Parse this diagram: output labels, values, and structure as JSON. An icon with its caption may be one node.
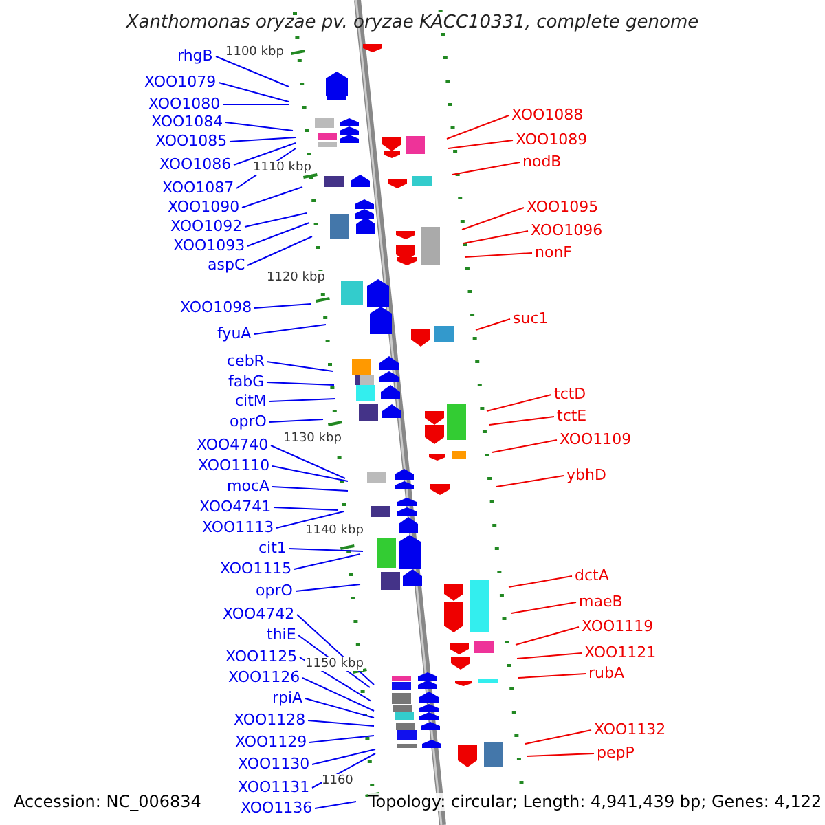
{
  "diagram": {
    "title": "Xanthomonas oryzae pv. oryzae KACC10331, complete genome",
    "nodes": [
      {
        "text": [
          "rhgB"
        ]
      },
      {
        "text": [
          "XOO1079"
        ]
      },
      {
        "text": [
          "XOO1080"
        ]
      },
      {
        "text": [
          "XOO1084"
        ]
      },
      {
        "text": [
          "XOO1085"
        ]
      },
      {
        "text": [
          "XOO1086"
        ]
      },
      {
        "text": [
          "XOO1087"
        ]
      },
      {
        "text": [
          "XOO1090"
        ]
      },
      {
        "text": [
          "XOO1092"
        ]
      },
      {
        "text": [
          "XOO1093"
        ]
      },
      {
        "text": [
          "aspC"
        ]
      },
      {
        "text": [
          "XOO1098"
        ]
      },
      {
        "text": [
          "fyuA"
        ]
      },
      {
        "text": [
          "cebR"
        ]
      },
      {
        "text": [
          "fabG"
        ]
      },
      {
        "text": [
          "citM"
        ]
      },
      {
        "text": [
          "oprO"
        ]
      },
      {
        "text": [
          "XOO4740"
        ]
      },
      {
        "text": [
          "XOO1110"
        ]
      },
      {
        "text": [
          "mocA"
        ]
      },
      {
        "text": [
          "XOO4741"
        ]
      },
      {
        "text": [
          "XOO1113"
        ]
      },
      {
        "text": [
          "cit1"
        ]
      },
      {
        "text": [
          "XOO1115"
        ]
      },
      {
        "text": [
          "oprO"
        ]
      },
      {
        "text": [
          "XOO4742"
        ]
      },
      {
        "text": [
          "thiE"
        ]
      },
      {
        "text": [
          "XOO1125"
        ]
      },
      {
        "text": [
          "XOO1126"
        ]
      },
      {
        "text": [
          "rpiA"
        ]
      },
      {
        "text": [
          "XOO1128"
        ]
      },
      {
        "text": [
          "XOO1129"
        ]
      },
      {
        "text": [
          "XOO1130"
        ]
      },
      {
        "text": [
          "XOO1131"
        ]
      },
      {
        "text": [
          "XOO1136"
        ]
      },
      {
        "text": [
          "XOO1088"
        ]
      },
      {
        "text": [
          "XOO1089"
        ]
      },
      {
        "text": [
          "nodB"
        ]
      },
      {
        "text": [
          "XOO1095"
        ]
      },
      {
        "text": [
          "XOO1096"
        ]
      },
      {
        "text": [
          "nonF"
        ]
      },
      {
        "text": [
          "suc1"
        ]
      },
      {
        "text": [
          "tctD"
        ]
      },
      {
        "text": [
          "tctE"
        ]
      },
      {
        "text": [
          "XOO1109"
        ]
      },
      {
        "text": [
          "ybhD"
        ]
      },
      {
        "text": [
          "dctA"
        ]
      },
      {
        "text": [
          "maeB"
        ]
      },
      {
        "text": [
          "XOO1119"
        ]
      },
      {
        "text": [
          "XOO1121"
        ]
      },
      {
        "text": [
          "rubA"
        ]
      },
      {
        "text": [
          "XOO1132"
        ]
      },
      {
        "text": [
          "pepP"
        ]
      }
    ],
    "edges": [
      {
        "from": 0,
        "to": null,
        "arrow": "none"
      },
      {
        "from": 1,
        "to": null,
        "arrow": "none"
      },
      {
        "from": 2,
        "to": null,
        "arrow": "none"
      },
      {
        "from": 3,
        "to": null,
        "arrow": "none"
      },
      {
        "from": 4,
        "to": null,
        "arrow": "none"
      },
      {
        "from": 5,
        "to": null,
        "arrow": "none"
      },
      {
        "from": 6,
        "to": null,
        "arrow": "none"
      },
      {
        "from": 7,
        "to": null,
        "arrow": "none"
      },
      {
        "from": 8,
        "to": null,
        "arrow": "none"
      },
      {
        "from": 9,
        "to": null,
        "arrow": "none"
      },
      {
        "from": 10,
        "to": null,
        "arrow": "none"
      },
      {
        "from": 11,
        "to": null,
        "arrow": "none"
      },
      {
        "from": 12,
        "to": null,
        "arrow": "none"
      },
      {
        "from": 13,
        "to": null,
        "arrow": "none"
      },
      {
        "from": 14,
        "to": null,
        "arrow": "none"
      },
      {
        "from": 15,
        "to": null,
        "arrow": "none"
      },
      {
        "from": 16,
        "to": null,
        "arrow": "none"
      },
      {
        "from": 17,
        "to": null,
        "arrow": "none"
      },
      {
        "from": 18,
        "to": null,
        "arrow": "none"
      },
      {
        "from": 19,
        "to": null,
        "arrow": "none"
      },
      {
        "from": 20,
        "to": null,
        "arrow": "none"
      },
      {
        "from": 21,
        "to": null,
        "arrow": "none"
      },
      {
        "from": 22,
        "to": null,
        "arrow": "none"
      },
      {
        "from": 23,
        "to": null,
        "arrow": "none"
      },
      {
        "from": 24,
        "to": null,
        "arrow": "none"
      },
      {
        "from": 25,
        "to": null,
        "arrow": "none"
      },
      {
        "from": 26,
        "to": null,
        "arrow": "none"
      },
      {
        "from": 27,
        "to": null,
        "arrow": "none"
      },
      {
        "from": 28,
        "to": null,
        "arrow": "none"
      },
      {
        "from": 29,
        "to": null,
        "arrow": "none"
      },
      {
        "from": 30,
        "to": null,
        "arrow": "none"
      },
      {
        "from": 31,
        "to": null,
        "arrow": "none"
      },
      {
        "from": 32,
        "to": null,
        "arrow": "none"
      },
      {
        "from": 33,
        "to": null,
        "arrow": "none"
      },
      {
        "from": 34,
        "to": null,
        "arrow": "none"
      },
      {
        "from": 35,
        "to": null,
        "arrow": "none",
        "color": "#ee0000"
      },
      {
        "from": 36,
        "to": null,
        "arrow": "none",
        "color": "#ee0000"
      },
      {
        "from": 37,
        "to": null,
        "arrow": "none",
        "color": "#ee0000"
      },
      {
        "from": 38,
        "to": null,
        "arrow": "none",
        "color": "#ee0000"
      },
      {
        "from": 39,
        "to": null,
        "arrow": "none",
        "color": "#ee0000"
      },
      {
        "from": 40,
        "to": null,
        "arrow": "none",
        "color": "#ee0000"
      },
      {
        "from": 41,
        "to": null,
        "arrow": "none",
        "color": "#ee0000"
      },
      {
        "from": 42,
        "to": null,
        "arrow": "none",
        "color": "#ee0000"
      },
      {
        "from": 43,
        "to": null,
        "arrow": "none",
        "color": "#ee0000"
      },
      {
        "from": 44,
        "to": null,
        "arrow": "none",
        "color": "#ee0000"
      },
      {
        "from": 45,
        "to": null,
        "arrow": "none",
        "color": "#ee0000"
      },
      {
        "from": 46,
        "to": null,
        "arrow": "none",
        "color": "#ee0000"
      },
      {
        "from": 47,
        "to": null,
        "arrow": "none",
        "color": "#ee0000"
      },
      {
        "from": 48,
        "to": null,
        "arrow": "none",
        "color": "#ee0000"
      },
      {
        "from": 49,
        "to": null,
        "arrow": "none",
        "color": "#ee0000"
      },
      {
        "from": 50,
        "to": null,
        "arrow": "none",
        "color": "#ee0000"
      },
      {
        "from": 51,
        "to": null,
        "arrow": "none",
        "color": "#ee0000"
      },
      {
        "from": 52,
        "to": null,
        "arrow": "none",
        "color": "#ee0000"
      }
    ],
    "labels": [
      "1100 kbp",
      "1110 kbp",
      "1120 kbp",
      "1130 kbp",
      "1140 kbp",
      "1150 kbp",
      "1160",
      "Accession: NC_006834",
      "Topology: circular; Length: 4,941,439 bp; Genes: 4,122"
    ]
  }
}
